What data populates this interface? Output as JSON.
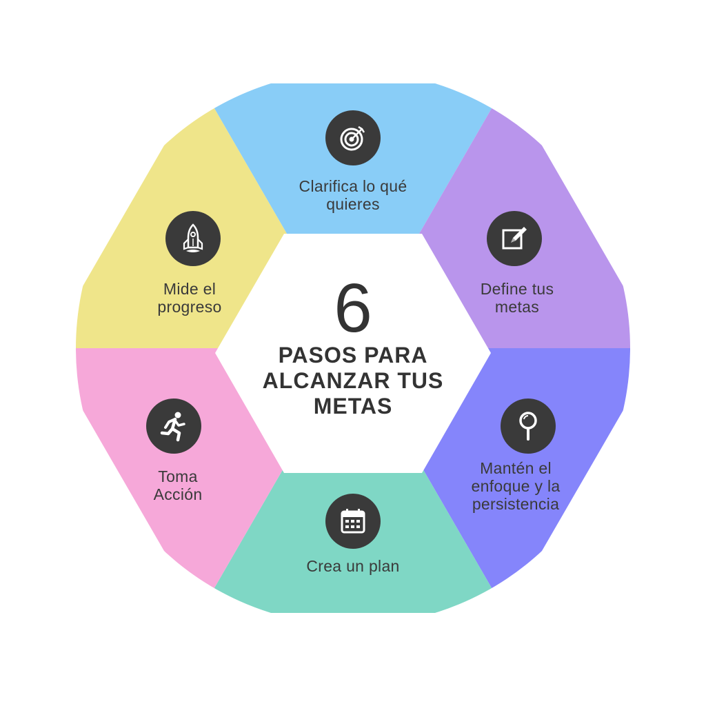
{
  "center": {
    "number": "6",
    "title": "PASOS PARA\nALCANZAR TUS\nMETAS"
  },
  "steps": [
    {
      "label": "Clarifica lo qué\nquieres",
      "icon": "target-icon",
      "color": "#89cdf7"
    },
    {
      "label": "Define tus\nmetas",
      "icon": "edit-icon",
      "color": "#b995ec"
    },
    {
      "label": "Mantén el\nenfoque y la\npersistencia",
      "icon": "magnifier-icon",
      "color": "#8585fb"
    },
    {
      "label": "Crea un plan",
      "icon": "calendar-icon",
      "color": "#7fd7c5"
    },
    {
      "label": "Toma\nAcción",
      "icon": "running-person-icon",
      "color": "#f6a8d9"
    },
    {
      "label": "Mide el\nprogreso",
      "icon": "rocket-icon",
      "color": "#efe58a"
    }
  ],
  "colors": {
    "icon_bg": "#3a3a3a",
    "text": "#3a3a3a",
    "center_bg": "#ffffff"
  }
}
